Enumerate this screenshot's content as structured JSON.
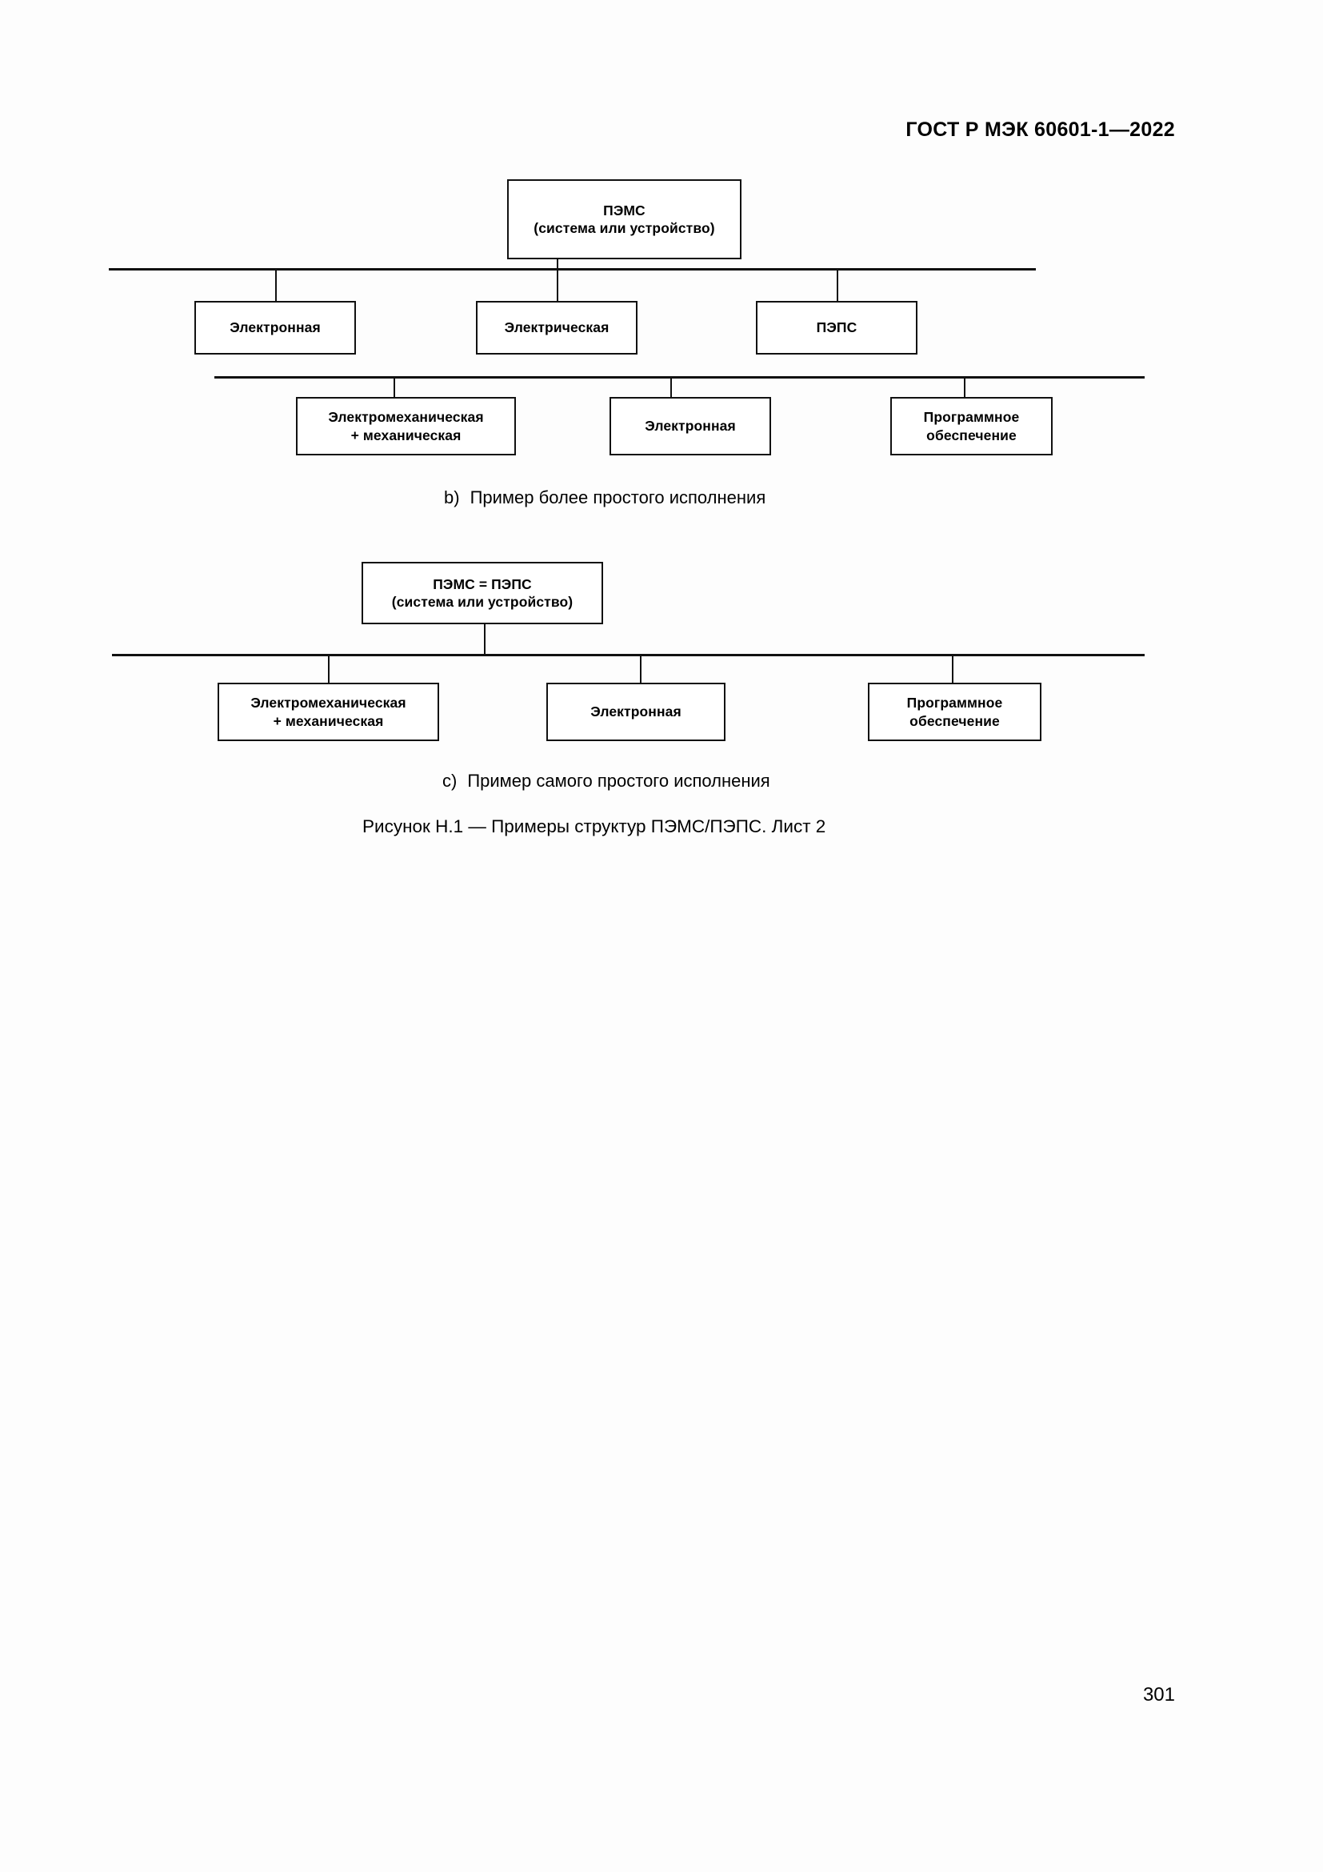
{
  "page": {
    "header": "ГОСТ Р МЭК 60601-1—2022",
    "number": "301",
    "figure_caption": "Рисунок Н.1 — Примеры структур ПЭМС/ПЭПС. Лист 2"
  },
  "diagram_b": {
    "caption_marker": "b)",
    "caption_text": "Пример более простого исполнения",
    "root": {
      "line1": "ПЭМС",
      "line2": "(система или устройство)"
    },
    "level1": [
      {
        "line1": "Электронная",
        "line2": ""
      },
      {
        "line1": "Электрическая",
        "line2": ""
      },
      {
        "line1": "ПЭПС",
        "line2": ""
      }
    ],
    "level2": [
      {
        "line1": "Электромеханическая",
        "line2": "+ механическая"
      },
      {
        "line1": "Электронная",
        "line2": ""
      },
      {
        "line1": "Программное",
        "line2": "обеспечение"
      }
    ]
  },
  "diagram_c": {
    "caption_marker": "c)",
    "caption_text": "Пример самого простого исполнения",
    "root": {
      "line1": "ПЭМС = ПЭПС",
      "line2": "(система или устройство)"
    },
    "level1": [
      {
        "line1": "Электромеханическая",
        "line2": "+ механическая"
      },
      {
        "line1": "Электронная",
        "line2": ""
      },
      {
        "line1": "Программное",
        "line2": "обеспечение"
      }
    ]
  }
}
